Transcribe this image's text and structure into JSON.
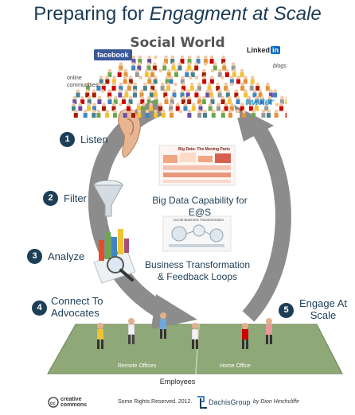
{
  "title": {
    "part1": "Preparing for",
    "part2": "Engagment at Scale"
  },
  "social_world": {
    "heading": "Social World",
    "facebook": "facebook",
    "linkedin": "Linked",
    "linkedin_in": "in",
    "blogs": "blogs",
    "online_communities": "online communities",
    "twitter": "twitter"
  },
  "steps": [
    {
      "num": "1",
      "label": "Listen"
    },
    {
      "num": "2",
      "label": "Filter"
    },
    {
      "num": "3",
      "label": "Analyze"
    },
    {
      "num": "4",
      "label": "Connect To Advocates"
    },
    {
      "num": "5",
      "label": "Engage At Scale"
    }
  ],
  "capabilities": {
    "big_data_mini_title": "Big Data: The Moving Parts",
    "big_data": "Big Data Capability for E@S",
    "transformation_mini_title": "Social Business Transformation",
    "transformation": "Business Transformation & Feedback Loops"
  },
  "floor": {
    "remote": "Remote Offices",
    "home": "Home Office"
  },
  "employees": "Employees",
  "footer": {
    "cc": "creative commons",
    "rights": "Some Rights Reserved. 2012.",
    "brand": "DachisGroup",
    "author": "by Dion Hinchcliffe"
  },
  "colors": {
    "navy": "#1d3e57",
    "arrow": "#8c8c8c",
    "floor": "#8fa878",
    "twitter": "#33aae8",
    "facebook": "#3b5998"
  }
}
